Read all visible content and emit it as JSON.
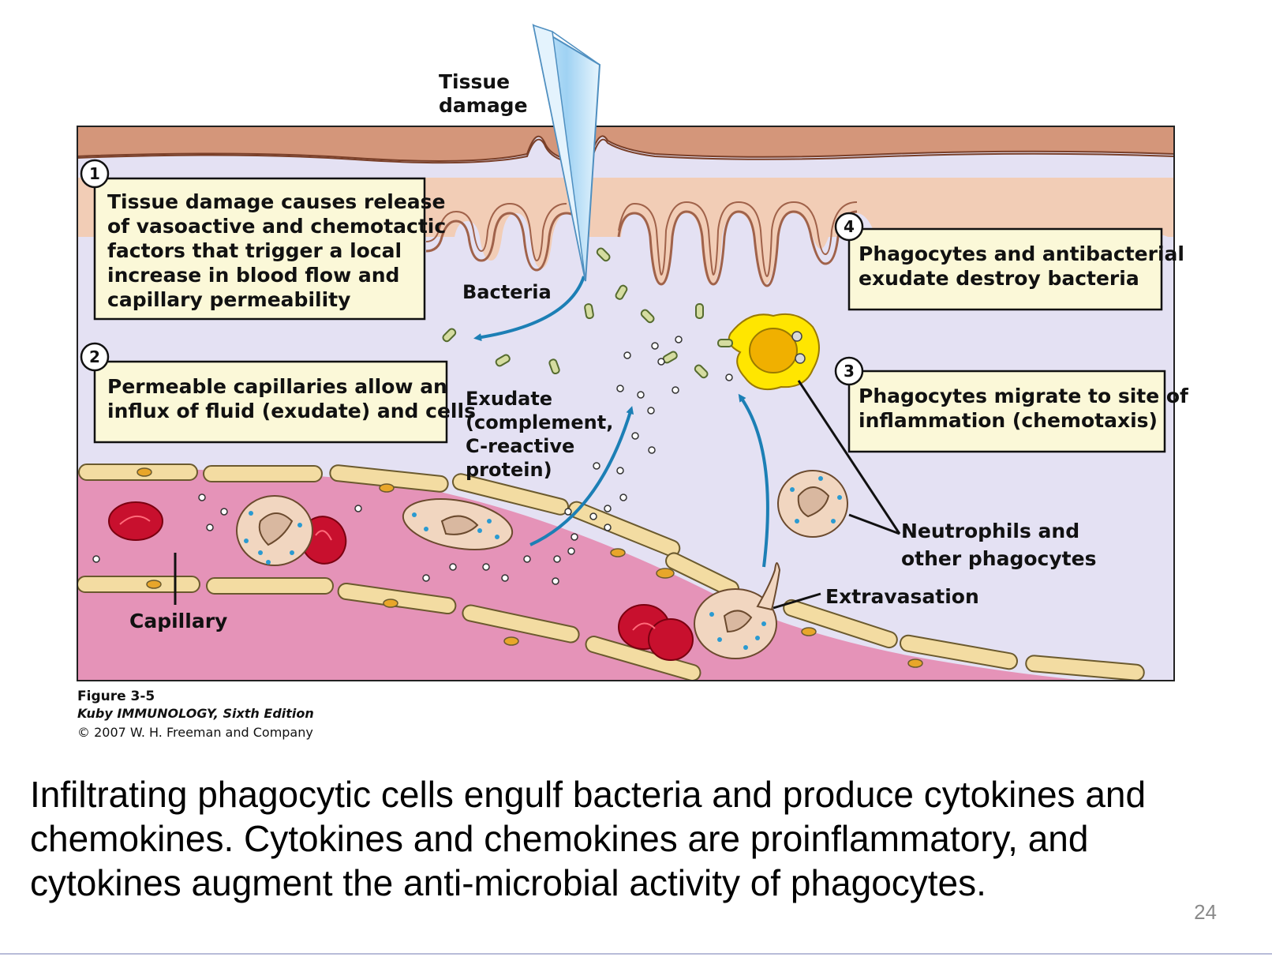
{
  "figure": {
    "labels": {
      "tissue_damage_line1": "Tissue",
      "tissue_damage_line2": "damage",
      "bacteria": "Bacteria",
      "exudate_line1": "Exudate",
      "exudate_line2": "(complement,",
      "exudate_line3": "C-reactive",
      "exudate_line4": "protein)",
      "capillary": "Capillary",
      "extravasation": "Extravasation",
      "neutrophils_line1": "Neutrophils and",
      "neutrophils_line2": "other phagocytes"
    },
    "steps": [
      {
        "number": "1",
        "lines": [
          "Tissue damage causes release",
          "of vasoactive and chemotactic",
          "factors that trigger a local",
          "increase in blood flow and",
          "capillary permeability"
        ]
      },
      {
        "number": "2",
        "lines": [
          "Permeable capillaries allow an",
          "influx of fluid (exudate) and cells"
        ]
      },
      {
        "number": "3",
        "lines": [
          "Phagocytes migrate to site of",
          "inflammation (chemotaxis)"
        ]
      },
      {
        "number": "4",
        "lines": [
          "Phagocytes and antibacterial",
          "exudate destroy bacteria"
        ]
      }
    ],
    "caption": {
      "figure_id": "Figure 3-5",
      "book": "Kuby IMMUNOLOGY, Sixth Edition",
      "copyright": "© 2007 W. H. Freeman and Company"
    },
    "colors": {
      "skin_top": "#d4967a",
      "skin_lower": "#f2cdb6",
      "tissue": "#e4e1f3",
      "capillary": "#e593b8",
      "endothelium": "#f3dca2",
      "rbc": "#c8102e",
      "phagocyte": "#f1d6c0",
      "activated_phagocyte": "#ffe600",
      "arrow": "#1c7fb5",
      "bacteria": "#d5dca0"
    }
  },
  "body_text": "Infiltrating phagocytic cells engulf bacteria and produce cytokines and chemokines.  Cytokines and chemokines are proinflammatory, and cytokines augment the anti-microbial activity of phagocytes.",
  "page_number": "24"
}
